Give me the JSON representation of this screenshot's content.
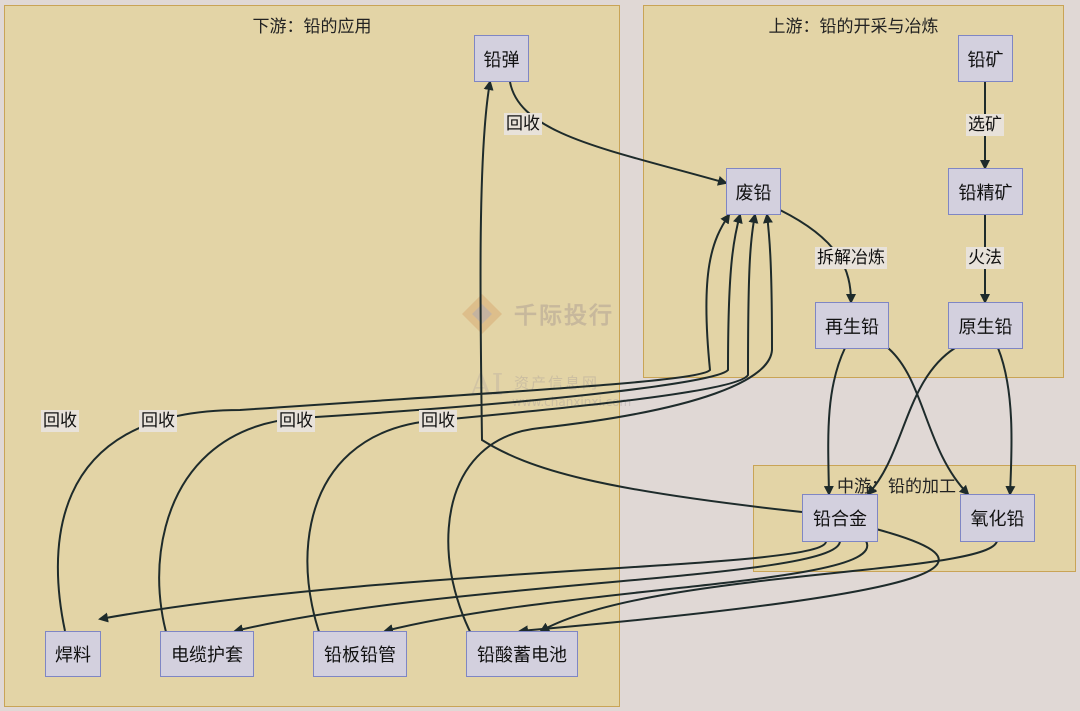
{
  "clusters": {
    "downstream": {
      "title": "下游：铅的应用"
    },
    "upstream": {
      "title": "上游：铅的开采与冶炼"
    },
    "midstream": {
      "title": "中游：铅的加工"
    }
  },
  "nodes": {
    "qiandan": "铅弹",
    "qiankuang": "铅矿",
    "feiqian": "废铅",
    "qianjingkuang": "铅精矿",
    "zaishengqian": "再生铅",
    "yuanshengqian": "原生铅",
    "qianhejin": "铅合金",
    "yanghuaqian": "氧化铅",
    "hanliao": "焊料",
    "dianlanhutao": "电缆护套",
    "qianbanqianguan": "铅板铅管",
    "qiansuanxudianchi": "铅酸蓄电池"
  },
  "edge_labels": {
    "recycle_bullet": "回收",
    "beneficiation": "选矿",
    "dismantle_smelt": "拆解冶炼",
    "pyrometallurgy": "火法",
    "recycle_solder": "回收",
    "recycle_cable": "回收",
    "recycle_plate": "回收",
    "recycle_battery": "回收"
  },
  "watermark": {
    "brand": "千际投行",
    "sub": "资产信息网",
    "url": "www.chanxinxi.com",
    "ai": "AI"
  },
  "colors": {
    "background": "#e0d8d5",
    "cluster_fill": "#e3d4a6",
    "cluster_border": "#c9a456",
    "node_fill": "#d3d0de",
    "node_border": "#7f86c4",
    "edge": "#1e2b2b"
  }
}
